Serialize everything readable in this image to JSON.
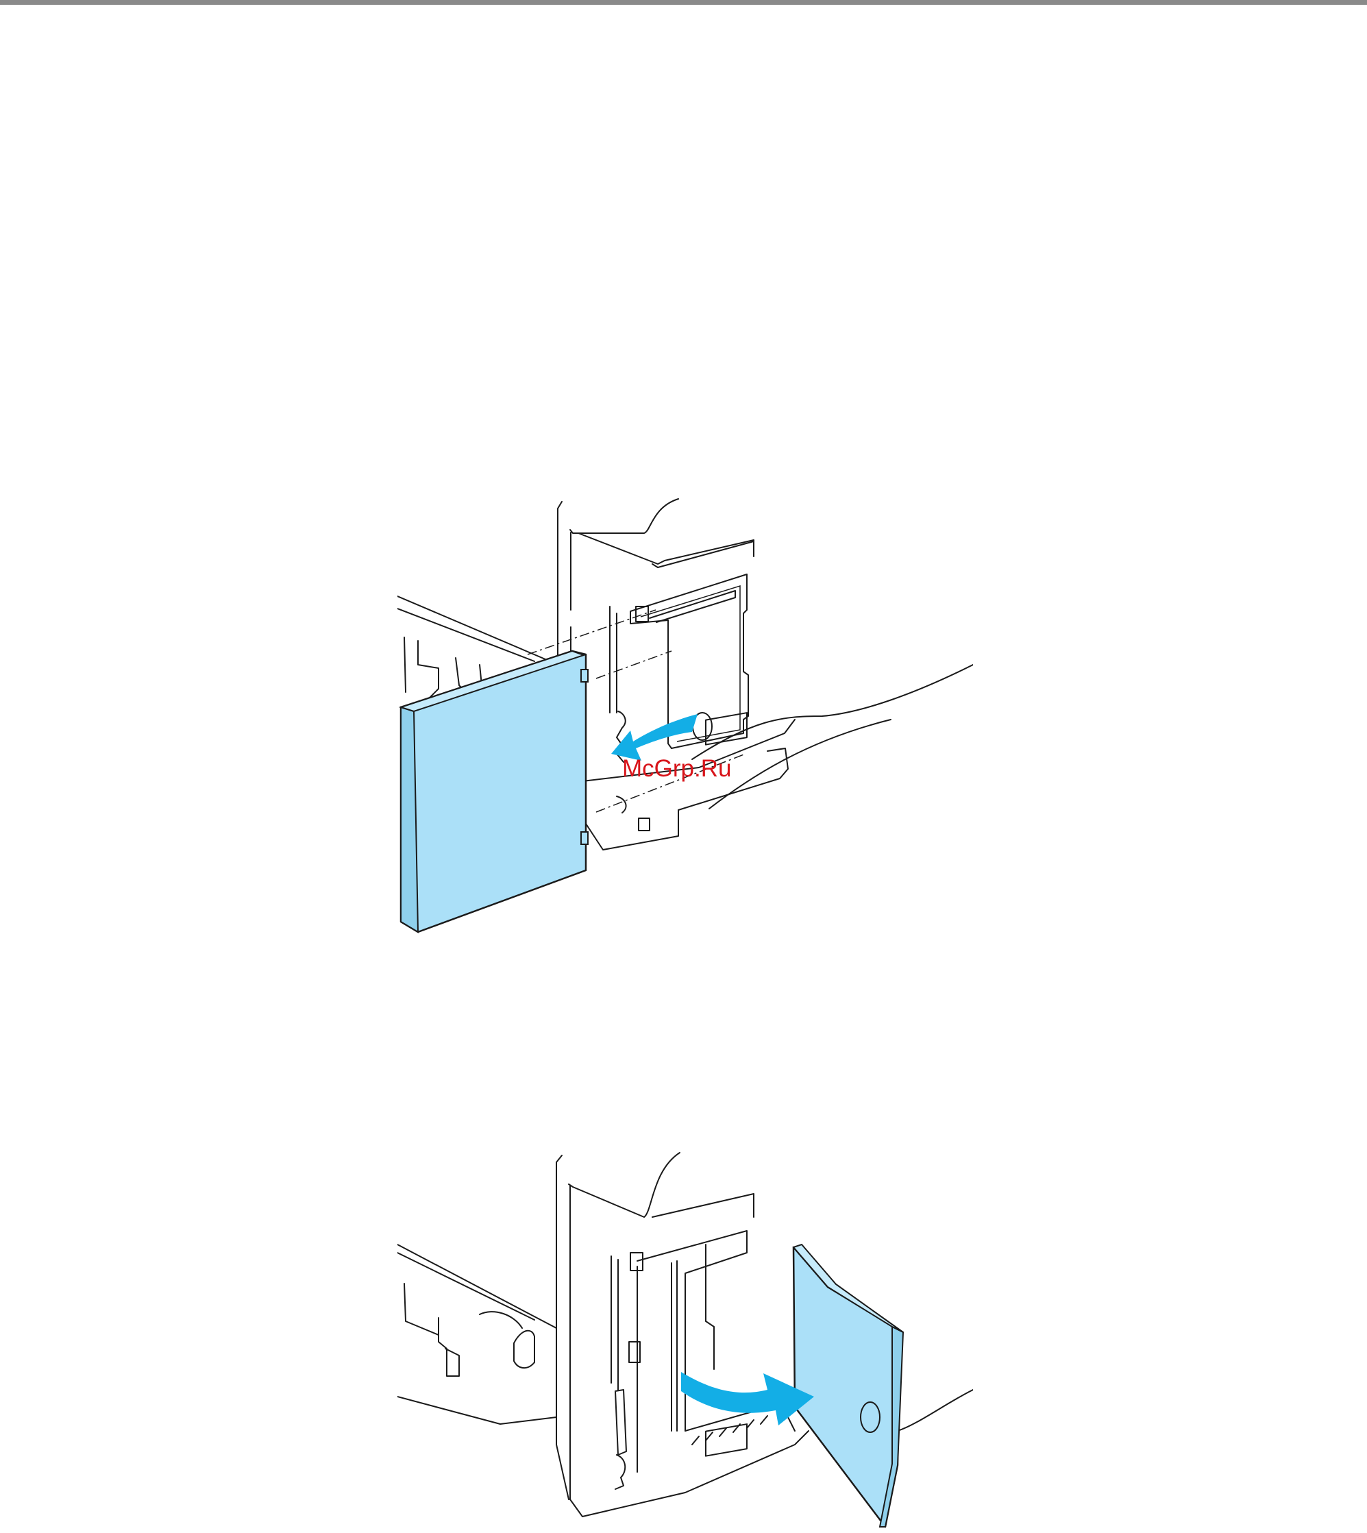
{
  "watermark": {
    "text": "McGrp.Ru",
    "color": "#d8141a"
  },
  "colors": {
    "panel_fill": "#abe0f8",
    "arrow_fill": "#13aee6",
    "line": "#1a1a1a",
    "rule": "#8a8a8a"
  },
  "figures": [
    {
      "icon": "printer-side-panel-removal-illustration"
    },
    {
      "icon": "printer-side-panel-opening-illustration"
    }
  ]
}
